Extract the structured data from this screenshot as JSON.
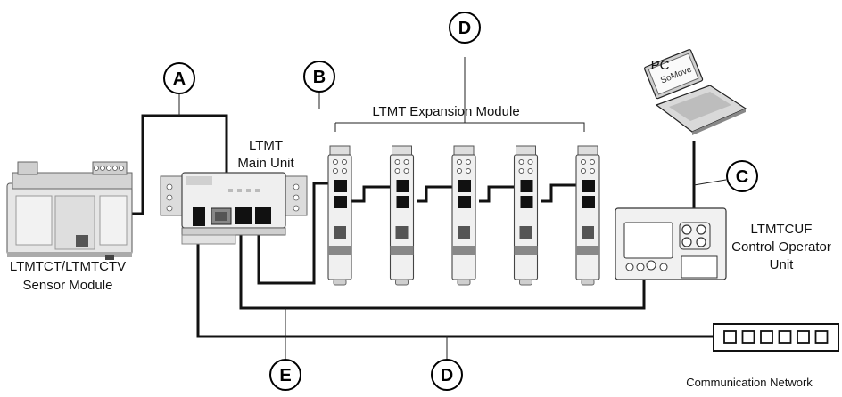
{
  "diagram": {
    "labels": {
      "sensor_module": [
        "LTMTCT/LTMTCTV",
        "Sensor Module"
      ],
      "main_unit": [
        "LTMT",
        "Main Unit"
      ],
      "expansion_module": "LTMT Expansion Module",
      "pc": "PC",
      "software": "SoMove",
      "control_unit": [
        "LTMTCUF",
        "Control Operator",
        "Unit"
      ],
      "comm_network": "Communication Network"
    },
    "callouts": {
      "a": "A",
      "b": "B",
      "c": "C",
      "d_top": "D",
      "d_bottom": "D",
      "e": "E"
    },
    "expansion_module_count": 5,
    "network_port_count": 6
  }
}
